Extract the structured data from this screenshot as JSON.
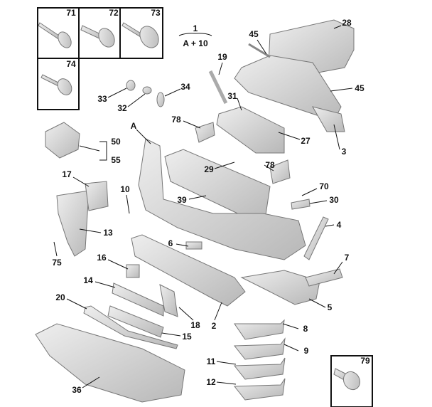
{
  "diagram": {
    "assembly": {
      "number": "1",
      "composition": "A + 10"
    },
    "fastener_boxes": [
      "71",
      "72",
      "73",
      "74",
      "79"
    ],
    "labels": {
      "l71": "71",
      "l72": "72",
      "l73": "73",
      "l74": "74",
      "l79": "79",
      "l28": "28",
      "l45a": "45",
      "l45b": "45",
      "l19": "19",
      "l34": "34",
      "l33": "33",
      "l32": "32",
      "l31": "31",
      "l78a": "78",
      "lA": "A",
      "l27": "27",
      "l3": "3",
      "l50": "50",
      "l55": "55",
      "l29": "29",
      "l78b": "78",
      "l17": "17",
      "l10": "10",
      "l70": "70",
      "l30": "30",
      "l39": "39",
      "l13": "13",
      "l4": "4",
      "l6": "6",
      "l75": "75",
      "l16": "16",
      "l7": "7",
      "l14": "14",
      "l20": "20",
      "l5": "5",
      "l18": "18",
      "l2": "2",
      "l15": "15",
      "l8": "8",
      "l9": "9",
      "l11": "11",
      "l12": "12",
      "l36": "36"
    },
    "colors": {
      "part_fill": "#d4d4d4",
      "part_stroke": "#777777",
      "line": "#111111"
    }
  }
}
